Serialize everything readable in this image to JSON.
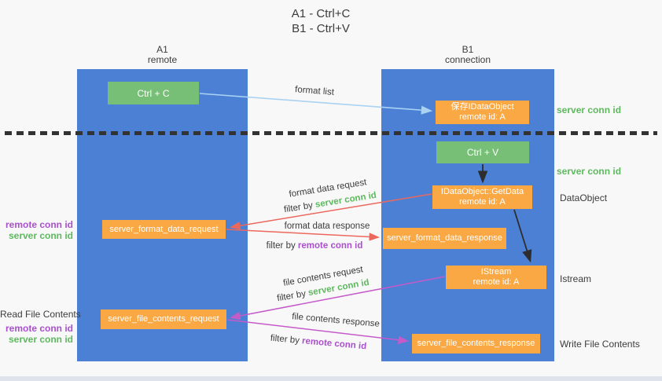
{
  "title": {
    "line1": "A1 - Ctrl+C",
    "line2": "B1 - Ctrl+V"
  },
  "lifelines": {
    "a1": {
      "title": "A1",
      "subtitle": "remote"
    },
    "b1": {
      "title": "B1",
      "subtitle": "connection"
    }
  },
  "nodes": {
    "ctrl_c": {
      "label": "Ctrl + C"
    },
    "ctrl_v": {
      "label": "Ctrl + V"
    },
    "save_dataobject": {
      "line1": "保存IDataObject",
      "line2": "remote id: A"
    },
    "getdata": {
      "line1": "IDataObject::GetData",
      "line2": "remote id: A"
    },
    "format_request": {
      "label": "server_format_data_request"
    },
    "format_response": {
      "label": "server_format_data_response"
    },
    "istream": {
      "line1": "IStream",
      "line2": "remote id: A"
    },
    "file_request": {
      "label": "server_file_contents_request"
    },
    "file_response": {
      "label": "server_file_contents_response"
    }
  },
  "edges": {
    "format_list": {
      "label": "format list"
    },
    "format_data_request": {
      "label": "format data request",
      "filter_prefix": "filter by ",
      "filter_key": "server conn id"
    },
    "format_data_response": {
      "label": "format data response",
      "filter_prefix": "filter by ",
      "filter_key": "remote conn id"
    },
    "file_contents_request": {
      "label": "file contents request",
      "filter_prefix": "filter by ",
      "filter_key": "server conn id"
    },
    "file_contents_response": {
      "label": "file contents response",
      "filter_prefix": "filter by ",
      "filter_key": "remote conn id"
    }
  },
  "side_labels": {
    "right_server_conn_1": "server conn id",
    "right_server_conn_2": "server conn id",
    "right_dataobject": "DataObject",
    "right_istream": "Istream",
    "right_write_file": "Write File Contents",
    "left_remote_conn_1": "remote conn id",
    "left_server_conn_1": "server conn id",
    "left_read_file": "Read File Contents",
    "left_remote_conn_2": "remote conn id",
    "left_server_conn_2": "server conn id"
  },
  "colors": {
    "lifeline_blue": "#4b80d5",
    "action_green": "#77be76",
    "message_orange": "#f9a843",
    "server_conn_green": "#5eb95e",
    "remote_conn_purple": "#aa50cc",
    "request_red": "#ed685c",
    "file_magenta": "#c55bc9",
    "format_list_blue": "#a9d2f3",
    "arrow_black": "#2d2d2d",
    "text_dark": "#3c3c3c",
    "background": "#f8f8f9"
  }
}
